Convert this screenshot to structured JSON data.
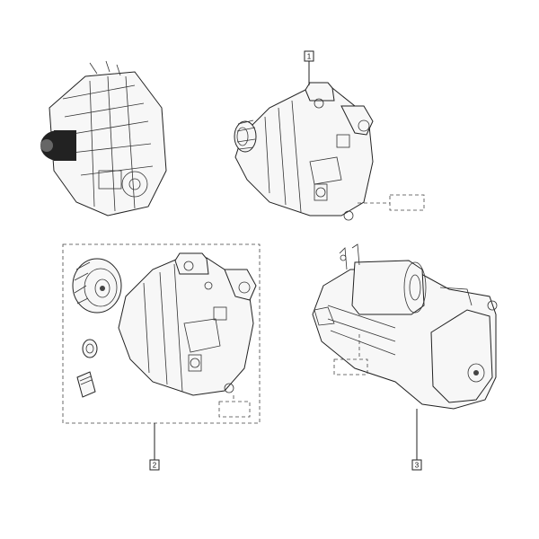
{
  "callouts": [
    {
      "id": "1",
      "label": "1"
    },
    {
      "id": "2",
      "label": "2"
    },
    {
      "id": "3",
      "label": "3"
    }
  ],
  "icons": {
    "engine": "engine-overview-icon",
    "alternator": "alternator-icon",
    "starter": "starter-motor-icon",
    "pulley": "pulley-icon",
    "washer": "washer-icon",
    "manual": "instruction-booklet-icon"
  }
}
